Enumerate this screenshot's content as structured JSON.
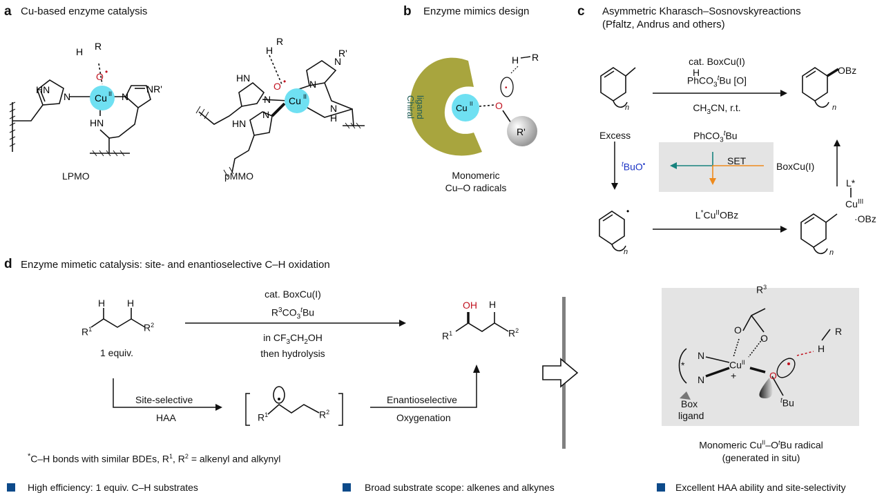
{
  "panel_a": {
    "letter": "a",
    "title": "Cu-based enzyme catalysis",
    "lpmo_caption": "LPMO",
    "pmmo_caption": "pMMO",
    "atoms": {
      "cu_lpmo": "Cu",
      "cu_pmmo": "Cu",
      "cu_ox": "II",
      "o": "O",
      "h": "H",
      "r": "R",
      "hn": "HN",
      "n": "N",
      "nr": "NR'",
      "rprime": "R'",
      "h2": "H"
    }
  },
  "panel_b": {
    "letter": "b",
    "title": "Enzyme mimics design",
    "ligand_label_1": "Chiral",
    "ligand_label_2": "ligand",
    "cu": "Cu",
    "cu_ox": "II",
    "o": "O",
    "h": "H",
    "r": "R",
    "rprime": "R'",
    "caption_1": "Monomeric",
    "caption_2": "Cu–O radicals"
  },
  "panel_c": {
    "letter": "c",
    "title_1": "Asymmetric Kharasch–Sosnovskyreactions",
    "title_2": "(Pfaltz, Andrus and others)",
    "top_cond_1": "cat. BoxCu(I)",
    "top_cond_2a": "PhCO",
    "top_cond_2b": "3",
    "top_cond_2c": "t",
    "top_cond_2d": "Bu [O]",
    "top_cond_3a": "CH",
    "top_cond_3b": "3",
    "top_cond_3c": "CN, r.t.",
    "excess": "Excess",
    "mid_reagent_a": "PhCO",
    "mid_reagent_b": "3",
    "mid_reagent_c": "t",
    "mid_reagent_d": "Bu",
    "set": "SET",
    "boxcu": "BoxCu(I)",
    "tbuo_t": "t",
    "tbuo": "BuO",
    "bottom_cond_a": "L",
    "bottom_cond_b": "*",
    "bottom_cond_c": "Cu",
    "bottom_cond_d": "II",
    "bottom_cond_e": "OBz",
    "obz": "OBz",
    "h": "H",
    "n": "n",
    "lstar": "L*",
    "cu3": "Cu",
    "cu3_ox": "III",
    "obz2": "OBz"
  },
  "panel_d": {
    "letter": "d",
    "title": "Enzyme mimetic catalysis: site- and enantioselective C–H oxidation",
    "cond_1": "cat. BoxCu(I)",
    "cond_2a": "R",
    "cond_2b": "3",
    "cond_2c": "CO",
    "cond_2d": "3",
    "cond_2e": "t",
    "cond_2f": "Bu",
    "cond_3a": "in CF",
    "cond_3b": "3",
    "cond_3c": "CH",
    "cond_3d": "2",
    "cond_3e": "OH",
    "cond_4": "then hydrolysis",
    "equiv": "1 equiv.",
    "site_1": "Site-selective",
    "site_2": "HAA",
    "enantio_1": "Enantioselective",
    "enantio_2": "Oxygenation",
    "oh": "OH",
    "footnote_star": "*",
    "footnote_a": "C–H bonds with similar BDEs, R",
    "footnote_b": "1",
    "footnote_c": ", R",
    "footnote_d": "2",
    "footnote_e": " = alkenyl and alkynyl",
    "r1": "R",
    "r1s": "1",
    "r2": "R",
    "r2s": "2",
    "h": "H",
    "box_r3": "R",
    "box_r3s": "3",
    "box_o": "O",
    "box_n": "N",
    "box_cu": "Cu",
    "box_cu_ox": "II",
    "box_plus": "+",
    "box_h": "H",
    "box_r": "R",
    "box_tbu_t": "t",
    "box_tbu": "Bu",
    "box_star": "*",
    "box_ligand_1": "Box",
    "box_ligand_2": "ligand",
    "radical_caption_a": "Monomeric Cu",
    "radical_caption_b": "II",
    "radical_caption_c": "–O",
    "radical_caption_d": "t",
    "radical_caption_e": "Bu radical",
    "radical_caption_2": "(generated in situ)"
  },
  "legend": [
    {
      "text": "High efficiency: 1 equiv. C–H substrates"
    },
    {
      "text": "Broad substrate scope: alkenes and alkynes"
    },
    {
      "text": "Excellent HAA ability and site-selectivity"
    }
  ],
  "colors": {
    "cu_sphere": "#6fe0f2",
    "ligand": "#a8a53e",
    "radical_red": "#c1121f",
    "legend_square": "#0d4a8a",
    "teal_arrow": "#16827d",
    "orange_arrow": "#ee8a1d",
    "grey_box": "#e4e4e4"
  }
}
